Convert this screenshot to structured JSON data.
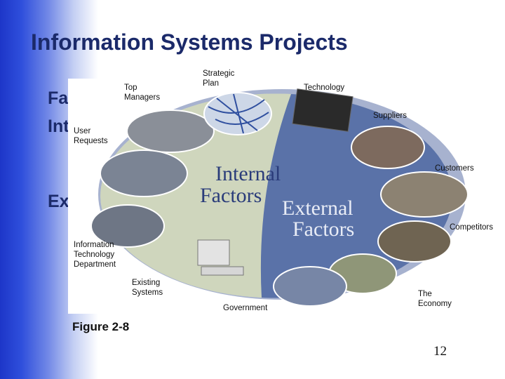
{
  "slide": {
    "title": "Information Systems Projects",
    "bullets_partial": [
      "Fa",
      "Int",
      "Ex"
    ],
    "figure_caption": "Figure 2-8",
    "page_number": "12"
  },
  "diagram": {
    "internal_label": [
      "Internal",
      "Factors"
    ],
    "external_label": [
      "External",
      "Factors"
    ],
    "internal_factors": [
      "Top\nManagers",
      "Strategic\nPlan",
      "User\nRequests",
      "Information\nTechnology\nDepartment",
      "Existing\nSystems"
    ],
    "external_factors": [
      "Technology",
      "Suppliers",
      "Customers",
      "Competitors",
      "The\nEconomy",
      "Government"
    ]
  },
  "colors": {
    "band": "#1d36c8",
    "title": "#1b2a6a",
    "internal_wedge": "#cfd6bd",
    "external_wedge": "#5a72a8"
  }
}
